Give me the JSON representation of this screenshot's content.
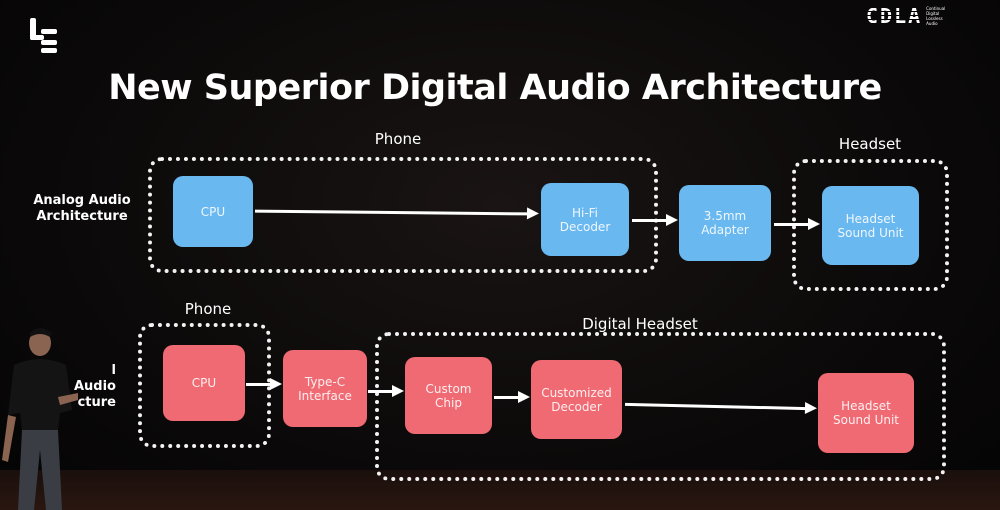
{
  "slide": {
    "title": "New Superior Digital Audio Architecture",
    "logo_left": "Le",
    "logo_right": {
      "mark": "CDLA",
      "tagline": [
        "Continual",
        "Digital",
        "Lossless",
        "Audio"
      ]
    }
  },
  "analog": {
    "side_label": [
      "Analog Audio",
      "Architecture"
    ],
    "phone_group": "Phone",
    "headset_group": "Headset",
    "nodes": {
      "cpu": "CPU",
      "hifi_decoder": [
        "Hi-Fi",
        "Decoder"
      ],
      "adapter": [
        "3.5mm",
        "Adapter"
      ],
      "sound_unit": [
        "Headset",
        "Sound Unit"
      ]
    },
    "color": "#69b8ef"
  },
  "digital": {
    "side_label": [
      "l Audio",
      "cture"
    ],
    "phone_group": "Phone",
    "headset_group": "Digital Headset",
    "nodes": {
      "cpu": "CPU",
      "type_c": [
        "Type-C",
        "Interface"
      ],
      "custom_chip": [
        "Custom",
        "Chip"
      ],
      "decoder": [
        "Customized",
        "Decoder"
      ],
      "sound_unit": [
        "Headset",
        "Sound Unit"
      ]
    },
    "color": "#ef6a72"
  }
}
